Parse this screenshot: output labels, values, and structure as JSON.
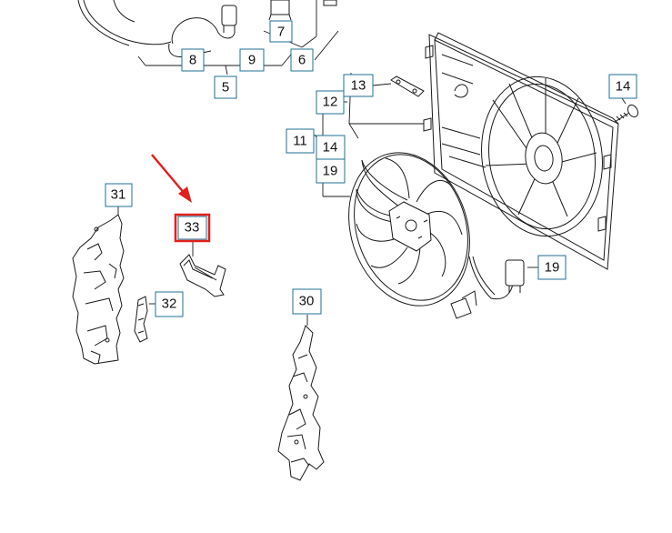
{
  "callouts": {
    "c5": "5",
    "c6": "6",
    "c7": "7",
    "c8": "8",
    "c9": "9",
    "c11": "11",
    "c12": "12",
    "c13": "13",
    "c14a": "14",
    "c14b": "14",
    "c19a": "19",
    "c19b": "19",
    "c30": "30",
    "c31": "31",
    "c32": "32",
    "c33": "33"
  },
  "highlight": {
    "part": "33",
    "color": "#e0201d"
  },
  "colors": {
    "callout_border": "#1f6f96",
    "line": "#1a1a1a",
    "highlight": "#e0201d"
  }
}
